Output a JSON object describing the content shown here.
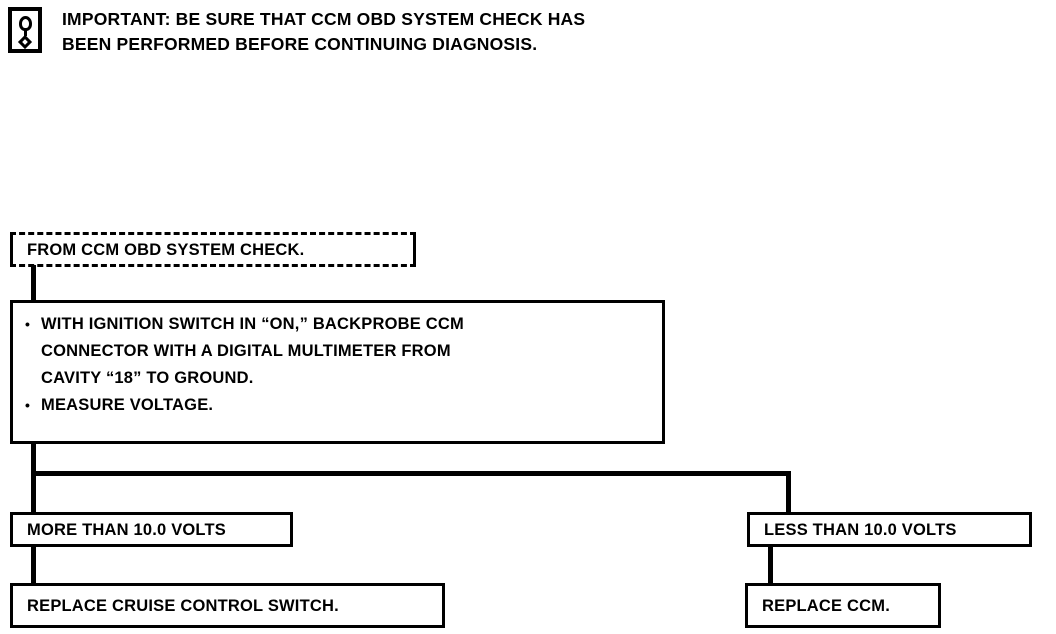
{
  "page": {
    "title": "CCM OBD Cruise Control Voltage Diagnosis Flowchart",
    "background_color": "#ffffff",
    "line_color": "#000000"
  },
  "warning": {
    "icon": "exclamation-in-box-icon",
    "text": "IMPORTANT: BE SURE THAT CCM OBD SYSTEM CHECK HAS\nBEEN PERFORMED BEFORE CONTINUING DIAGNOSIS."
  },
  "flowchart": {
    "entry": {
      "label": "FROM CCM OBD SYSTEM CHECK.",
      "border_style": "dashed"
    },
    "step": {
      "items": [
        {
          "bullet": "•",
          "text": "WITH IGNITION SWITCH IN “ON,” BACKPROBE CCM\nCONNECTOR WITH A DIGITAL MULTIMETER FROM\nCAVITY “18” TO GROUND."
        },
        {
          "bullet": "•",
          "text": "MEASURE VOLTAGE."
        }
      ]
    },
    "branches": [
      {
        "condition": "MORE THAN 10.0 VOLTS",
        "action": "REPLACE CRUISE CONTROL SWITCH."
      },
      {
        "condition": "LESS THAN 10.0 VOLTS",
        "action": "REPLACE CCM."
      }
    ]
  }
}
